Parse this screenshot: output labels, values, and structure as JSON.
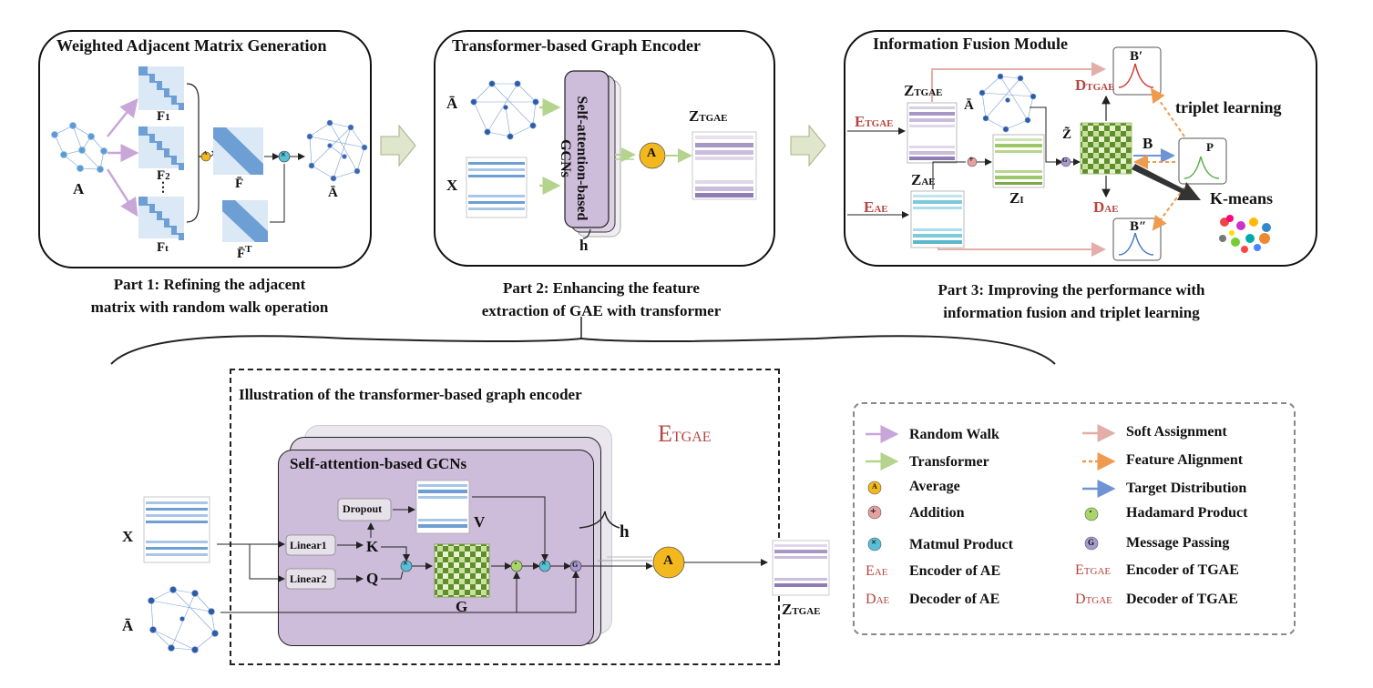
{
  "colors": {
    "random_walk": "#c8a6d8",
    "transformer": "#b4d48e",
    "soft_assignment": "#e4aea8",
    "feature_alignment": "#ef9a4e",
    "target_distribution": "#6f94d6",
    "average": "#f3b81d",
    "addition": "#e7a0a0",
    "hadamard": "#a9d56b",
    "matmul": "#58bfd6",
    "message": "#a79ad0",
    "gcn_purple": "#cfc1da",
    "encoder_red": "#b5453f",
    "matrix_blue": "#6e9fd4",
    "matrix_green": "#7aa84a"
  },
  "part1": {
    "title": "Weighted Adjacent Matrix Generation",
    "caption_line1": "Part 1: Refining the adjacent",
    "caption_line2": "matrix with random walk operation",
    "label_A": "A",
    "label_F1": "F",
    "label_F1_sub": "1",
    "label_F2": "F",
    "label_F2_sub": "2",
    "label_dots": "⋮",
    "label_Ft": "F",
    "label_Ft_sub": "t",
    "label_Fbar": "F̄",
    "label_FbarT": "F̄",
    "label_FbarT_sup": "T",
    "label_Abar": "Ā",
    "avg_symbol": "A",
    "matmul_symbol": "×"
  },
  "part2": {
    "title": "Transformer-based Graph Encoder",
    "caption_line1": "Part 2: Enhancing the feature",
    "caption_line2": "extraction of GAE with transformer",
    "label_Abar": "Ā",
    "label_X": "X",
    "gcn_label": "Self-attention-based GCNs",
    "label_h": "h",
    "avg_symbol": "A",
    "label_Z": "Z",
    "label_Z_sub": "TGAE"
  },
  "part3": {
    "title": "Information Fusion Module",
    "caption_line1": "Part 3: Improving the performance with",
    "caption_line2": "information fusion and triplet learning",
    "label_Ztgae": "Z",
    "label_Ztgae_sub": "TGAE",
    "label_Etgae": "E",
    "label_Etgae_sub": "TGAE",
    "label_Abar": "Ā",
    "label_Zae": "Z",
    "label_Zae_sub": "AE",
    "label_Eae": "E",
    "label_Eae_sub": "AE",
    "label_Zl": "Z",
    "label_Zl_sub": "I",
    "label_Ztilde": "Z̃",
    "label_Dtgae": "D",
    "label_Dtgae_sub": "TGAE",
    "label_Dae": "D",
    "label_Dae_sub": "AE",
    "label_B": "B",
    "label_Bprime": "B′",
    "label_Bdprime": "B″",
    "label_P": "P",
    "triplet": "triplet learning",
    "kmeans": "K-means",
    "add_symbol": "+",
    "msg_symbol": "G"
  },
  "detail": {
    "title": "Illustration of the transformer-based graph encoder",
    "encoder_label": "E",
    "encoder_label_sub": "TGAE",
    "gcn_title": "Self-attention-based GCNs",
    "dropout": "Dropout",
    "linear1": "Linear1",
    "linear2": "Linear2",
    "label_K": "K",
    "label_Q": "Q",
    "label_V": "V",
    "label_G": "G",
    "label_X": "X",
    "label_Abar": "Ā",
    "label_h": "h",
    "avg_symbol": "A",
    "label_Z": "Z",
    "label_Z_sub": "TGAE",
    "matmul_symbol": "×",
    "hadamard_symbol": "·",
    "msg_symbol": "G"
  },
  "legend": {
    "random_walk": "Random Walk",
    "transformer": "Transformer",
    "average": "Average",
    "addition": "Addition",
    "matmul": "Matmul Product",
    "enc_ae": "Encoder of AE",
    "enc_ae_sym": "E",
    "enc_ae_sub": "AE",
    "dec_ae": "Decoder of AE",
    "dec_ae_sym": "D",
    "dec_ae_sub": "AE",
    "soft_assignment": "Soft Assignment",
    "feature_alignment": "Feature Alignment",
    "target_distribution": "Target Distribution",
    "hadamard": "Hadamard Product",
    "message": "Message Passing",
    "enc_tgae": "Encoder of TGAE",
    "enc_tgae_sym": "E",
    "enc_tgae_sub": "TGAE",
    "dec_tgae": "Decoder of TGAE",
    "dec_tgae_sym": "D",
    "dec_tgae_sub": "TGAE",
    "avg_symbol": "A",
    "add_symbol": "+",
    "matmul_symbol": "×",
    "hadamard_symbol": "·",
    "msg_symbol": "G"
  }
}
